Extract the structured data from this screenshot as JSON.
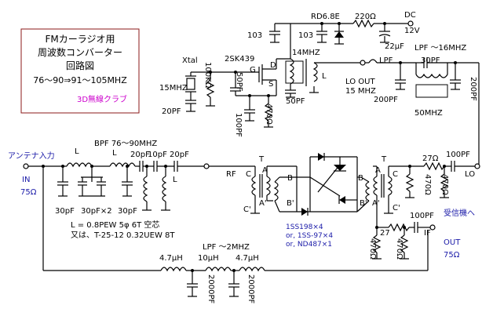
{
  "title": {
    "line1": "FMカーラジオ用",
    "line2": "周波数コンバーター",
    "line3": "回路図",
    "line4": "76～90⇒91～105MHZ",
    "club": "3D無線クラブ",
    "border_color": "#8b1a1a"
  },
  "labels": {
    "antenna": "アンテナ入力",
    "in": "IN",
    "in_imp": "75Ω",
    "bpf": "BPF 76～90MHZ",
    "L": "L",
    "c30pf": "30pF",
    "c30pf_x2": "30pF×2",
    "c20pf": "20pF",
    "c10pf": "10pF",
    "coil_spec1": "L = 0.8PEW 5φ 6T 空芯",
    "coil_spec2": "又は、T-25-12 0.32UEW 8T",
    "xtal": "Xtal",
    "xtal_freq": "15MHZ",
    "c20pf_x": "20PF",
    "r100k": "100KΩ",
    "c50pf_g": "50PF",
    "c100pf": "100PF",
    "r470": "470Ω",
    "transistor": "2SK439",
    "g": "G",
    "d": "D",
    "s": "S",
    "c103a": "103",
    "c103b": "103",
    "rd": "RD6.8E",
    "r220": "220Ω",
    "dc": "DC",
    "dc12": "12V",
    "c22uf": "22μF",
    "mhz14": "14MHZ",
    "c50pf": "50PF",
    "lo_out": "LO OUT",
    "lo_freq": "15 MHZ",
    "lpf_label": "LPF",
    "lpf16": "LPF ～16MHZ",
    "c30pf_lpf": "30PF",
    "c200pf_a": "200PF",
    "c200pf_b": "200PF",
    "c50mhz": "50MHZ",
    "t1": "T",
    "t2": "T",
    "rf": "RF",
    "c": "C",
    "cp": "C'",
    "a": "A",
    "ap": "A'",
    "b": "B",
    "bp": "B'",
    "a2": "A",
    "ap2": "A'",
    "b2": "B",
    "bp2": "B'",
    "c2": "C",
    "cp2": "C'",
    "r27a": "27Ω",
    "c100pf_lo": "100PF",
    "lo": "LO",
    "r470a": "470Ω",
    "r470b": "470Ω",
    "diode1": "1SS198×4",
    "diode2": "or, 1SS-97×4",
    "diode3": "or, ND487×1",
    "r27b": "27",
    "c100pf_if": "100PF",
    "receiver": "受信機へ",
    "if": "IF",
    "out": "OUT",
    "out_imp": "75Ω",
    "r470c": "470Ω",
    "r470d": "470Ω",
    "lpf2": "LPF ～2MHZ",
    "l47a": "4.7μH",
    "l10": "10μH",
    "l47b": "4.7μH",
    "c2000a": "2000PF",
    "c2000b": "2000PF"
  }
}
